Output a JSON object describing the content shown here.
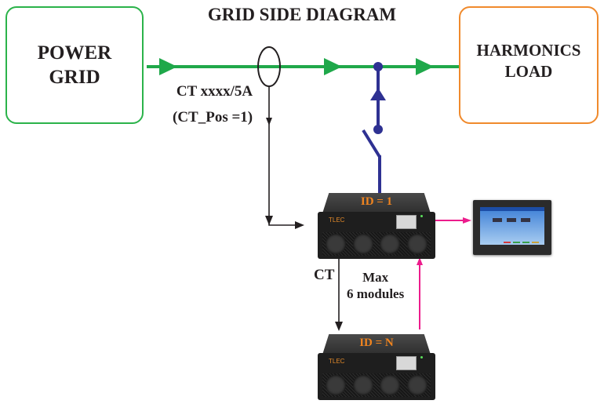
{
  "title": "GRID SIDE DIAGRAM",
  "nodes": {
    "power_grid": {
      "line1": "POWER",
      "line2": "GRID",
      "border_color": "#2bb34a"
    },
    "harmonics_load": {
      "line1": "HARMONICS",
      "line2": "LOAD",
      "border_color": "#f08a2c"
    }
  },
  "ct": {
    "line1": "CT xxxx/5A",
    "line2": "(CT_Pos =1)"
  },
  "modules": [
    {
      "id_label": "ID = 1",
      "brand": "TLEC"
    },
    {
      "id_label": "ID = N",
      "brand": "TLEC"
    }
  ],
  "module_link": {
    "ct_label": "CT",
    "max_line1": "Max",
    "max_line2": "6 modules"
  },
  "colors": {
    "grid_line": "#1fa84a",
    "compensation_line": "#2e3192",
    "ct_signal": "#231f20",
    "communication": "#ec1c8c"
  }
}
